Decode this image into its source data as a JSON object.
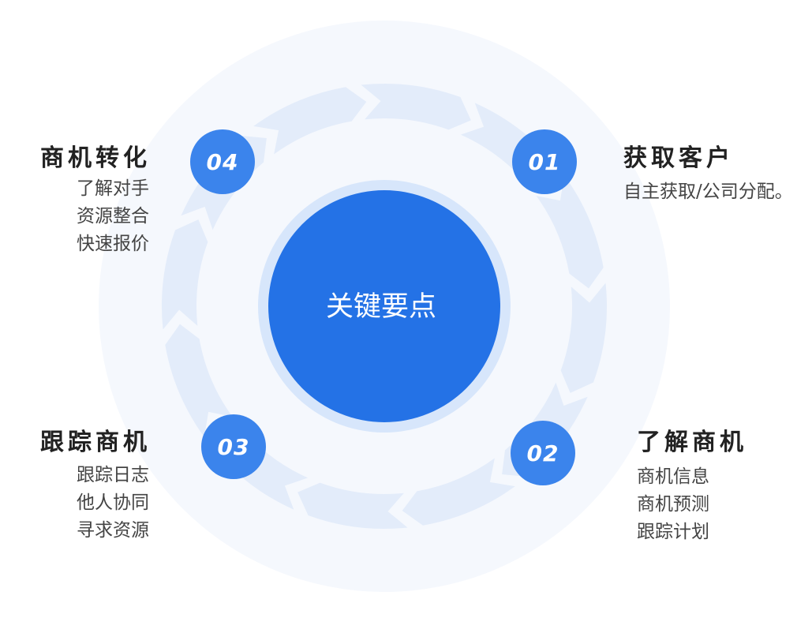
{
  "center": {
    "label": "关键要点"
  },
  "steps": [
    {
      "number": "01",
      "title": "获取客户",
      "items": [
        "自主获取/公司分配。"
      ]
    },
    {
      "number": "02",
      "title": "了解商机",
      "items": [
        "商机信息",
        "商机预测",
        "跟踪计划"
      ]
    },
    {
      "number": "03",
      "title": "跟踪商机",
      "items": [
        "跟踪日志",
        "他人协同",
        "寻求资源"
      ]
    },
    {
      "number": "04",
      "title": "商机转化",
      "items": [
        "了解对手",
        "资源整合",
        "快速报价"
      ]
    }
  ],
  "colors": {
    "primary": "#2472E6",
    "badge": "#3B84EC",
    "ring": "#E3ECFA",
    "outer_halo": "#F5F8FD",
    "inner_halo": "#D7E6FB",
    "title_text": "#222222",
    "item_text": "#444444"
  }
}
